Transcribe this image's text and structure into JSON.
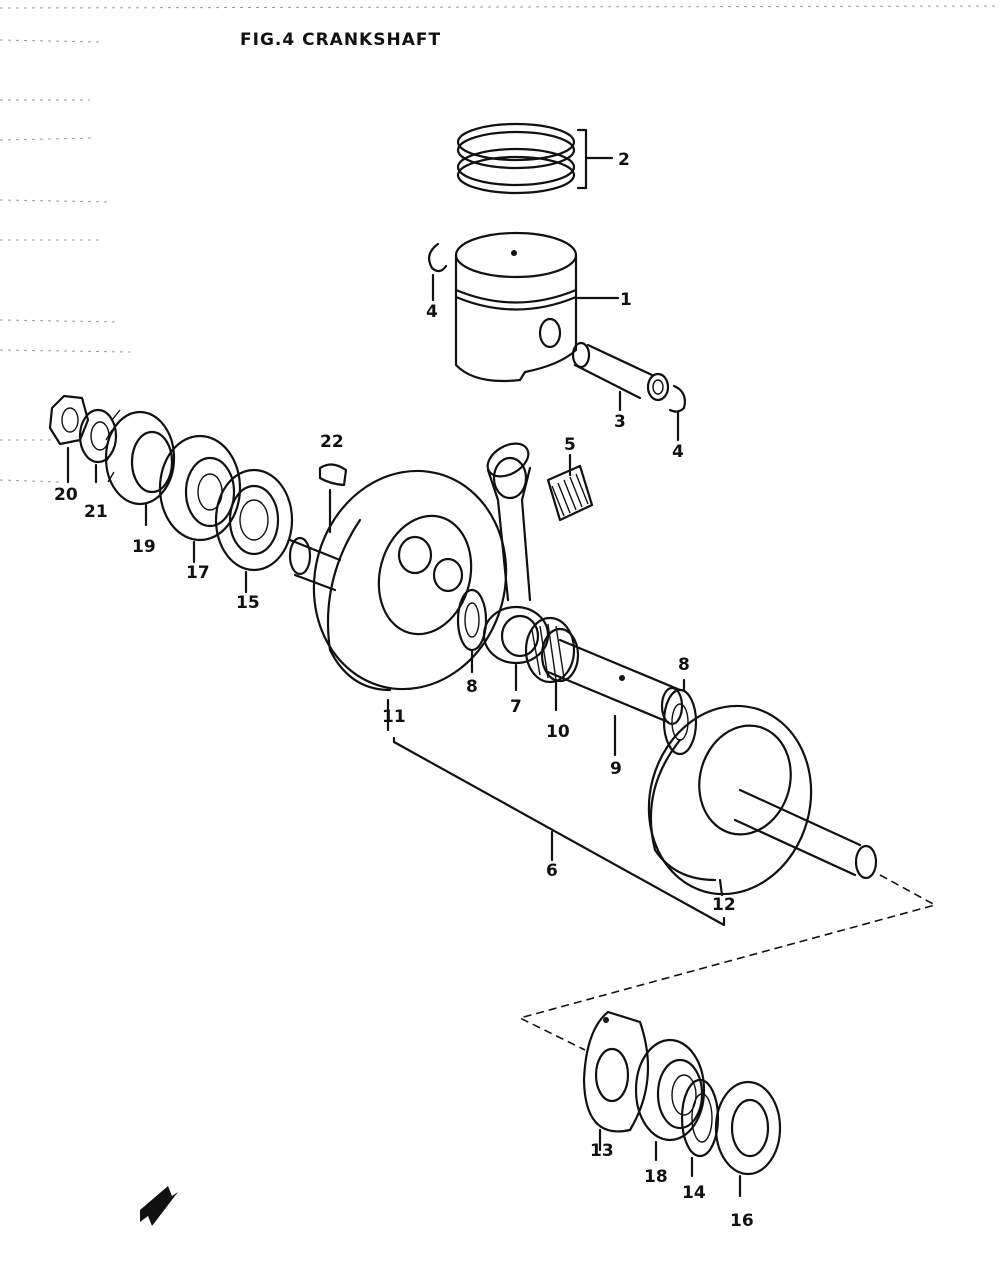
{
  "title": "FIG.4  CRANKSHAFT",
  "labels": {
    "p1": "1",
    "p2": "2",
    "p3": "3",
    "p4a": "4",
    "p4b": "4",
    "p5": "5",
    "p6": "6",
    "p7": "7",
    "p8a": "8",
    "p8b": "8",
    "p9": "9",
    "p10": "10",
    "p11": "11",
    "p12": "12",
    "p13": "13",
    "p14": "14",
    "p15": "15",
    "p16": "16",
    "p17": "17",
    "p18": "18",
    "p19": "19",
    "p20": "20",
    "p21": "21",
    "p22": "22"
  }
}
